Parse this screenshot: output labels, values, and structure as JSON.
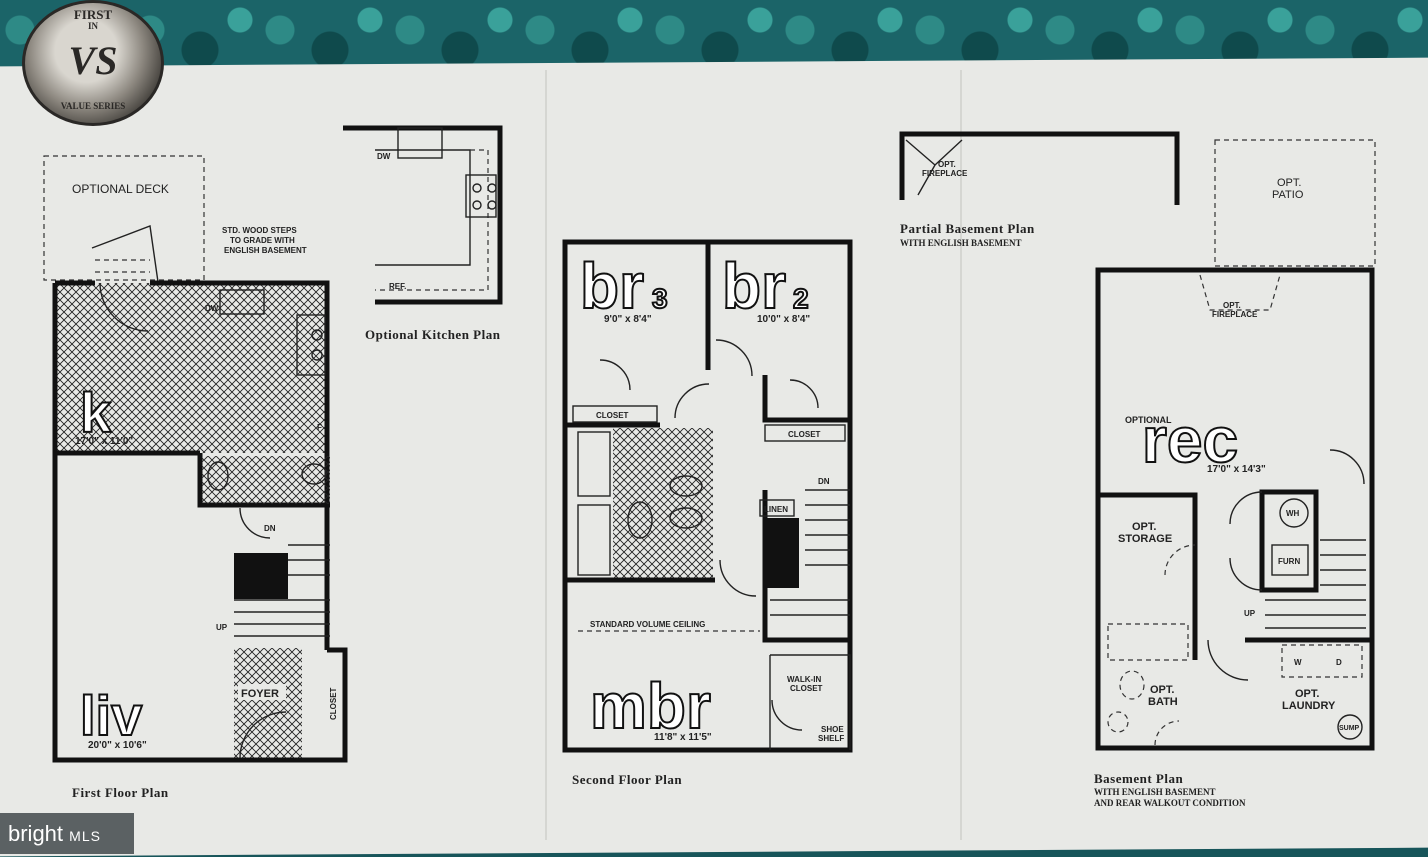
{
  "logo": {
    "top": "FIRST",
    "mid": "IN",
    "mono": "VS",
    "bottom": "VALUE SERIES"
  },
  "watermark": {
    "brand": "bright",
    "suffix": "MLS"
  },
  "first_floor": {
    "caption": "First Floor Plan",
    "optional_deck": "OPTIONAL DECK",
    "steps_note": [
      "STD. WOOD STEPS",
      "TO GRADE WITH",
      "ENGLISH BASEMENT"
    ],
    "kitchen": "k",
    "kitchen_dims": "17'0\" x 11'0\"",
    "dw": "DW",
    "ref": "F",
    "dn": "DN",
    "up": "UP",
    "foyer": "FOYER",
    "closet": "CLOSET",
    "living": "liv",
    "living_dims": "20'0\" x 10'6\""
  },
  "optional_kitchen": {
    "caption": "Optional Kitchen Plan",
    "dw": "DW",
    "ref": "REF."
  },
  "second_floor": {
    "caption": "Second Floor Plan",
    "br3": "br",
    "br3_num": "3",
    "br3_dims": "9'0\" x 8'4\"",
    "br2": "br",
    "br2_num": "2",
    "br2_dims": "10'0\" x 8'4\"",
    "closet": "CLOSET",
    "linen": "LINEN",
    "dn": "DN",
    "ceiling": "STANDARD VOLUME CEILING",
    "mbr": "mbr",
    "mbr_dims": "11'8\" x 11'5\"",
    "walkin": [
      "WALK-IN",
      "CLOSET"
    ],
    "shoe": [
      "SHOE",
      "SHELF"
    ]
  },
  "partial_basement": {
    "caption": "Partial Basement Plan",
    "subcaption": "WITH ENGLISH BASEMENT",
    "fireplace": [
      "OPT.",
      "FIREPLACE"
    ]
  },
  "basement": {
    "caption": "Basement Plan",
    "sub1": "WITH ENGLISH BASEMENT",
    "sub2": "AND REAR WALKOUT CONDITION",
    "patio": [
      "OPT.",
      "PATIO"
    ],
    "fireplace": [
      "OPT.",
      "FIREPLACE"
    ],
    "optional": "OPTIONAL",
    "rec": "rec",
    "rec_dims": "17'0\" x 14'3\"",
    "storage": [
      "OPT.",
      "STORAGE"
    ],
    "wh": "WH",
    "furn": "FURN",
    "up": "UP",
    "bath": [
      "OPT.",
      "BATH"
    ],
    "laundry": [
      "OPT.",
      "LAUNDRY"
    ],
    "w": "W",
    "d": "D",
    "sump": "SUMP"
  }
}
